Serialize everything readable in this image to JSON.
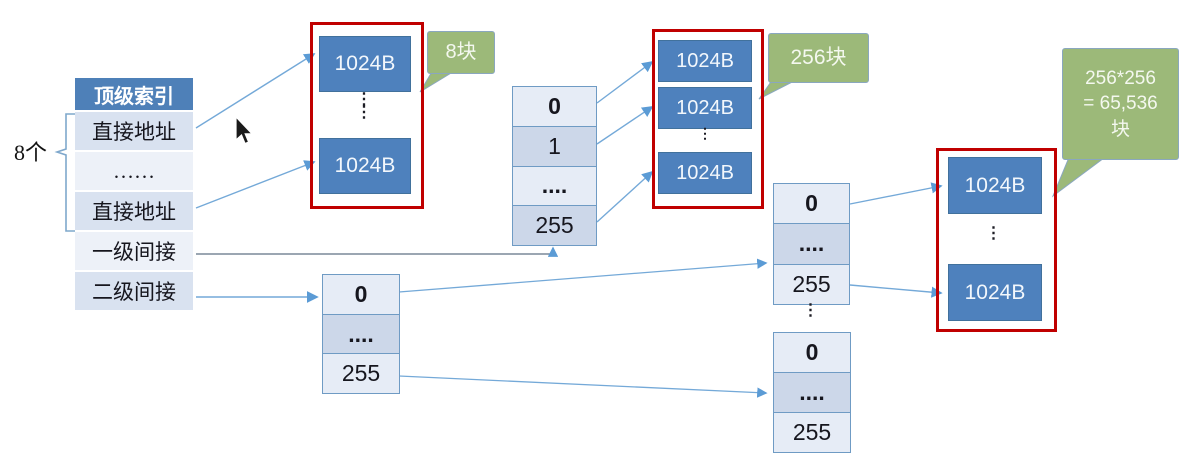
{
  "colors": {
    "accent_blue": "#4e81bd",
    "table_row_light": "#d9e2f0",
    "num_row_light": "#e6ecf6",
    "num_row_dark": "#ccd7e9",
    "green_callout": "#9cb979",
    "red_outline": "#c00000",
    "arrow_blue": "#74a9d8"
  },
  "labels": {
    "count": "8个",
    "block": "1024B",
    "dots_v": "⋮"
  },
  "top_index": {
    "header": "顶级索引",
    "rows": [
      "直接地址",
      "……",
      "直接地址",
      "一级间接",
      "二级间接"
    ]
  },
  "callouts": {
    "c1": "8块",
    "c2": "256块",
    "c3_line1": "256*256",
    "c3_line2": "= 65,536",
    "c3_line3": "块"
  },
  "l1_table": {
    "rows": [
      "0",
      "1",
      "....",
      "255"
    ]
  },
  "l2_table": {
    "rows": [
      "0",
      "....",
      "255"
    ]
  },
  "l3_table_top": {
    "rows": [
      "0",
      "....",
      "255"
    ]
  },
  "l3_table_bottom": {
    "rows": [
      "0",
      "....",
      "255"
    ]
  }
}
